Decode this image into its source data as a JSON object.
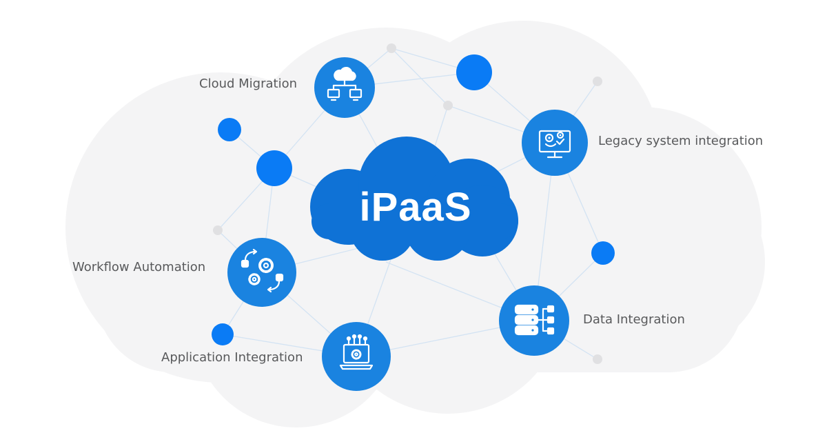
{
  "center": {
    "title": "iPaaS"
  },
  "nodes": {
    "cloud_migration": {
      "label": "Cloud Migration",
      "icon": "cloud-network-icon"
    },
    "legacy_system_integration": {
      "label": "Legacy system integration",
      "icon": "monitor-gears-icon"
    },
    "workflow_automation": {
      "label": "Workflow Automation",
      "icon": "workflow-gears-icon"
    },
    "data_integration": {
      "label": "Data Integration",
      "icon": "database-flow-icon"
    },
    "application_integration": {
      "label": "Application Integration",
      "icon": "laptop-gear-icon"
    }
  },
  "colors": {
    "primary_blue": "#1a83e0",
    "dot_blue": "#0a7bf5",
    "cloud_blue": "#0f72d6",
    "background_cloud": "#f4f4f5",
    "line": "#cfe0f2",
    "grey_dot": "#e1e1e3",
    "label_text": "#58595b"
  }
}
